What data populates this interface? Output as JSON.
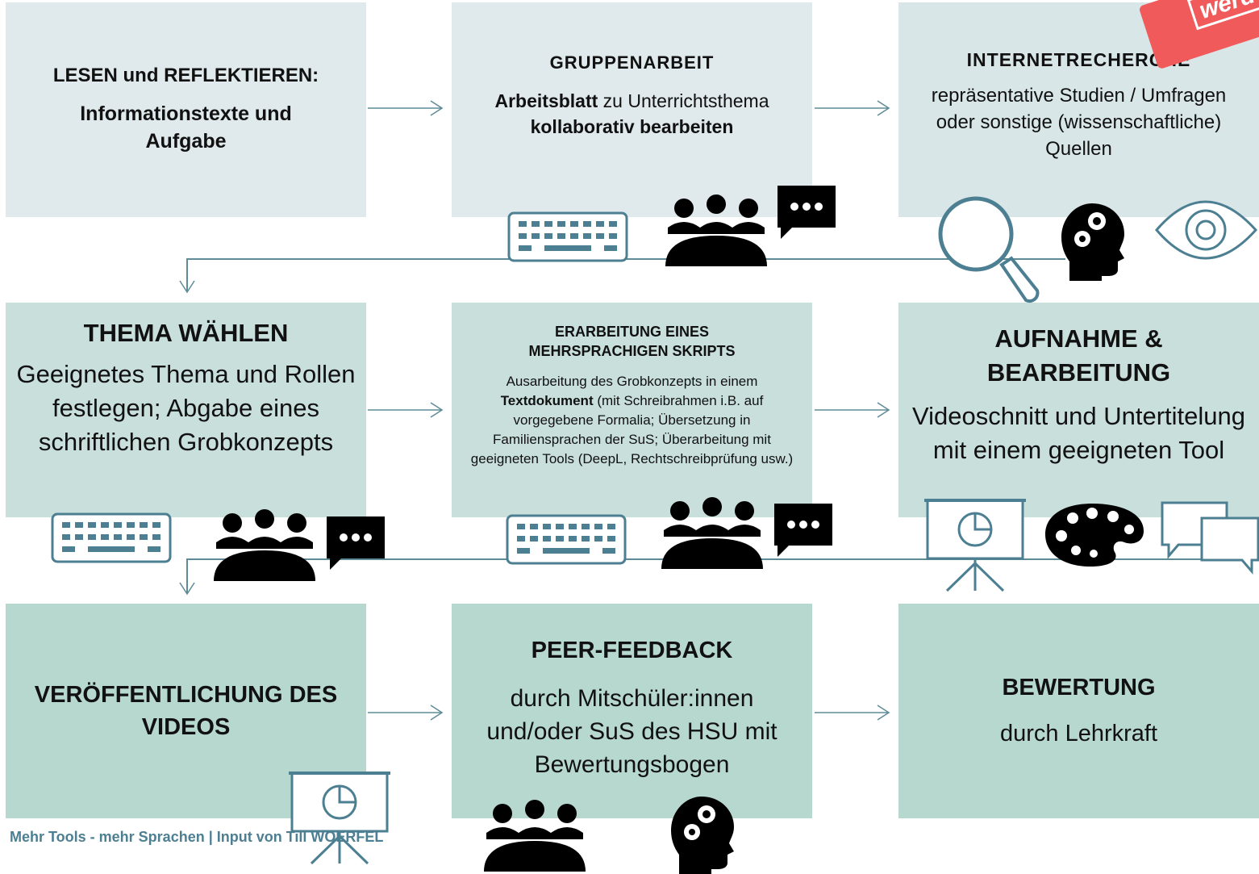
{
  "steps": {
    "lesen": {
      "title": "LESEN und REFLEKTIEREN:",
      "body": "Informationstexte und Aufgabe"
    },
    "gruppe": {
      "title": "GRUPPENARBEIT",
      "b1": "Arbeitsblatt",
      "t1": " zu Unterrichtsthema ",
      "b2": "kollaborativ bearbeiten"
    },
    "internet": {
      "title": "INTERNETRECHERCHE",
      "body": "repräsentative Studien / Umfragen oder sonstige (wissenschaftliche) Quellen"
    },
    "thema": {
      "title": "THEMA WÄHLEN",
      "body": "Geeignetes Thema und Rollen festlegen; Abgabe eines schriftlichen Grobkonzepts"
    },
    "skript": {
      "title": "ERARBEITUNG EINES MEHRSPRACHIGEN SKRIPTS",
      "t1": "Ausarbeitung des Grobkonzepts in einem ",
      "b1": "Textdokument",
      "t2": " (mit Schreibrahmen i.B. auf vorgegebene Formalia; Übersetzung in Familiensprachen der SuS; Überarbeitung mit geeigneten Tools (DeepL, Rechtschreibprüfung usw.)"
    },
    "aufnahme": {
      "title": "AUFNAHME & BEARBEITUNG",
      "body": "Videoschnitt und Untertitelung mit einem geeigneten Tool"
    },
    "veroeff": {
      "title": "VERÖFFENTLICHUNG DES VIDEOS"
    },
    "peer": {
      "title": "PEER-FEEDBACK",
      "body": "durch Mitschüler:innen und/oder SuS des HSU mit Bewertungsbogen"
    },
    "bewertung": {
      "title": "BEWERTUNG",
      "body": "durch Lehrkraft"
    }
  },
  "stamp": "werd",
  "footer": "Mehr Tools - mehr Sprachen  | Input von Till WOERFEL",
  "colors": {
    "row1": "#e0e9ec",
    "row2": "#c8dfdb",
    "row3": "#b7d8cf",
    "accent": "#5e8b96",
    "icon": "#4c7f92"
  }
}
